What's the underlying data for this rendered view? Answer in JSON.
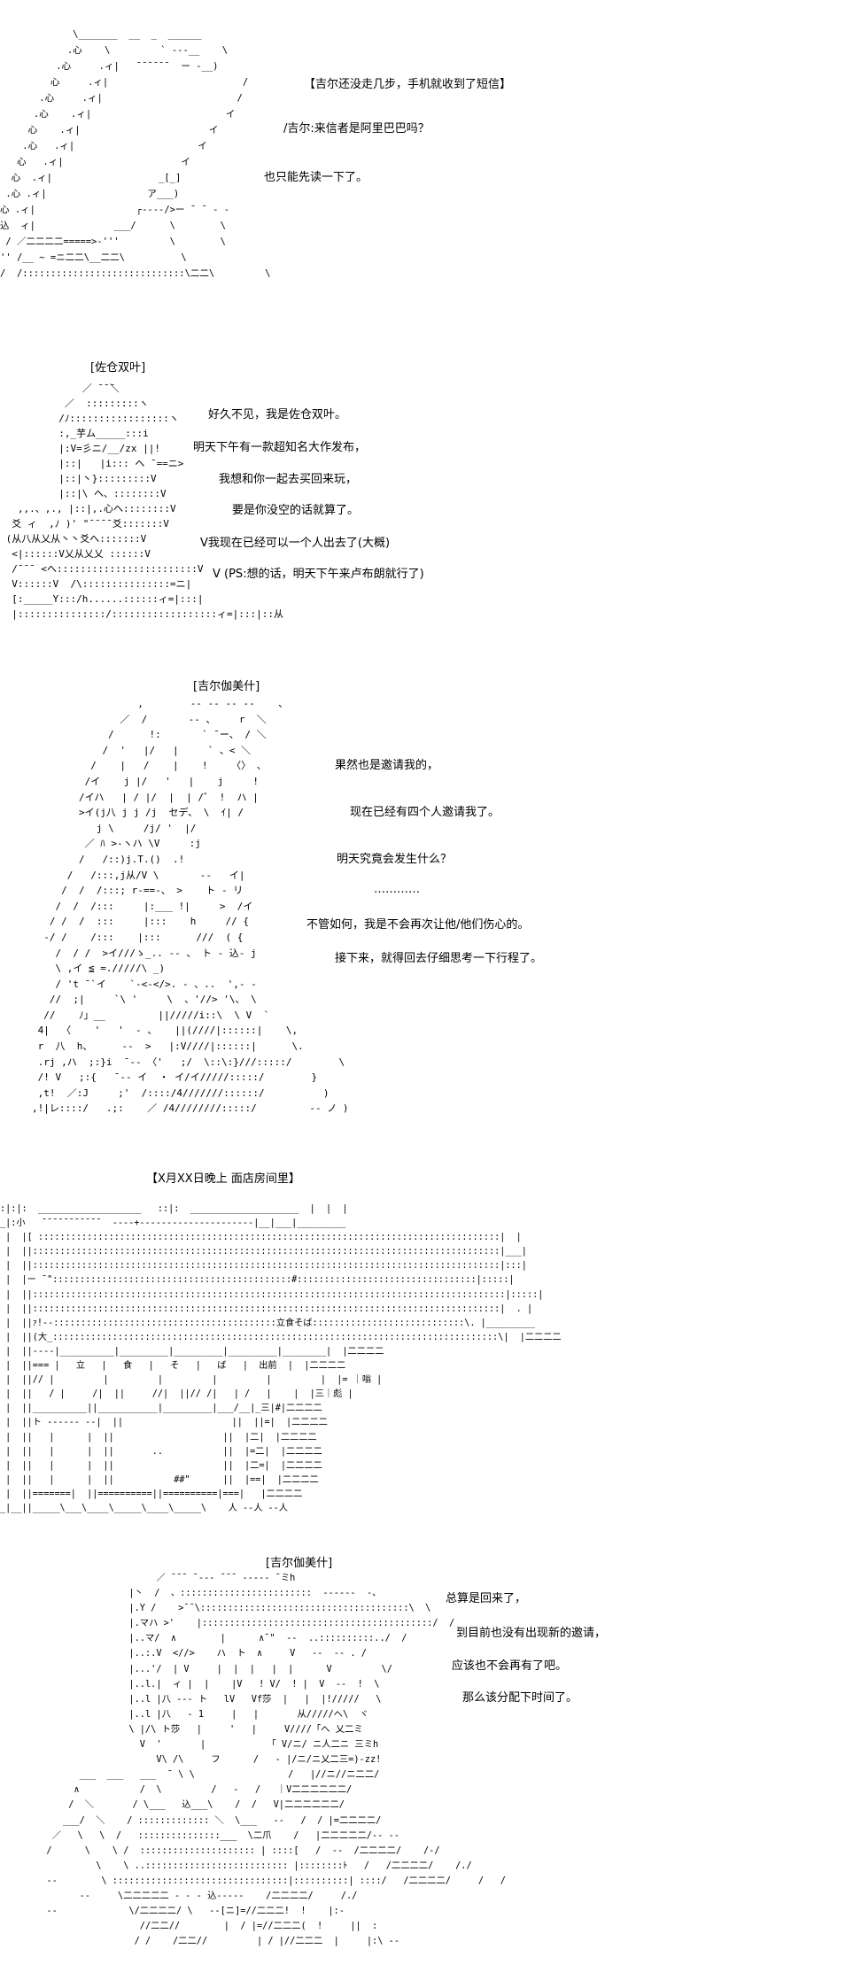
{
  "panel1": {
    "lines": [
      "【吉尔还没走几步，手机就收到了短信】",
      "/吉尔:来信者是阿里巴巴吗？",
      "也只能先读一下了。"
    ],
    "art": "             \\_______  __  _  ______\n            .心    \\         ` ---__    \\\n          .心     .ィ|   ̄ ̄ ̄ ̄ ̄ ̄   ー -__)\n         心     .ィ|                        /\n       .心     .ィ|                        /\n      .心    .ィ|                        イ\n     心    .ィ|                       イ\n    .心   .ィ|                      イ\n   心   .ィ|                     イ\n  心  .ィ|                   _[_]\n .心 .ィ|                  ア___)\n心 .ィ|                  ┌‐‐‐‐/>ー ̄  ¯ ‐ ‐\n込  ィ|              ___/      \\        \\\n / ／二二二二=====>‐'''         \\        \\\n'' /__ ~ =ニ二二\\__二二\\          \\\n/  /:::::::::::::::::::::::::::::\\二二\\         \\"
  },
  "panel2": {
    "caption": "[佐仓双叶]",
    "lines": [
      "好久不见，我是佐仓双叶。",
      "明天下午有一款超知名大作发布，",
      "我想和你一起去买回来玩，",
      "要是你没空的话就算了。",
      "V我现在已经可以一个人出去了(大概)",
      "V (PS:想的话，明天下午来卢布朗就行了)"
    ],
    "art": "              ／ ̄ ̄ ̄＼\n           ／  :::::::::ヽ\n          /ﾉ:::::::::::::::::ヽ\n          :,_芋ム_____:::i\n          |:V=彡ニ/__/zx ||!\n          |::|   |i::: ヘ ̄ ==ニ>\n          |::|丶}:::::::::V\n          |::|\\ ヘ、::::::::V\n   ,,.、,., |::|,.心ヘ::::::::V\n  爻 ィ  ,ﾉ )' \"¯¯¯¯爻:::::::V\n (从八从乂从丶丶爻へ:::::::V\n  <|::::::V乂从乂乂 ::::::V\n  /¯¯¯ <へ::::::::::::::::::::::::V\n  V::::::V  /\\:::::::::::::::=ニ|\n  [:_____Y:::/h......::::::ィ=|:::|\n  |:::::::::::::::/::::::::::::::::::ィ=|:::|::从"
  },
  "panel3": {
    "caption": "[吉尔伽美什]",
    "lines": [
      "果然也是邀请我的，",
      "现在已经有四个人邀请我了。",
      "明天究竟会发生什么？",
      "…………",
      "不管如何，我是不会再次让他/他们伤心的。",
      "接下来，就得回去仔细思考一下行程了。"
    ],
    "art": "                  ,        ‐‐ ‐‐ ‐‐ ‐‐    、\n               ／  /       -- 、    r  ＼\n             /      !:       ` ̄ ー、 / ＼\n            /  '   |/   |     ` 、< ＼\n          /    |   /    |    !    〈〉 、\n         /イ    j |/   '   |    j     !   \n        /イハ   | / |/  |  | /゛ !  ハ |\n        >イ(j八 j j /j  セデ、 \\  ｲ| /\n           j \\     /j/ '  |/\n         ／ ﾊ >-ヽハ \\V     :j\n        /   /::)j.T.()  .!        \n      /   /:::,j从/V \\       ‐‐   イ|\n     /  /  /:::; r‐==‐、 >    ト ‐ リ\n    /  /  /:::     |:___ !|     >  /イ\n   / /  /  :::     |:::    h     // {\n  ‐/ /    /:::    |:::      ///  ( {\n    /  / /  >イ///ゝ_.. ‐‐ 、 ト ‐ 込- j\n    \\ ,イ ≦ =./////\\ _) \n    / 't ̄ `イ    `‐<‐</>. ‐ 、..  ',‐ ‐\n   //  ;|     `\\ '     \\  、'//> '\\、 \\\n  //    ﾉ」__         ||/////i::\\  \\ V  `\n 4|  〈    '   '  ‐ 、   ||(////|::::::|    \\,\n r  八  h、     ‐‐  >   |:V////|::::::|      \\.\n .rj ,ハ  ;:}i  ̄ ‐‐ 〈'   ;/  \\::\\:}///:::::/        \\\n /! V   ;:{   ̄ ‐‐ イ  ・ イ/イ/////:::::/        }\n ,t!  ／:J     ;'  /::::/4///////::::::/          )\n,!|レ::::/   .;:    ／ /4////////:::::/         ‐‐ ノ )"
  },
  "panel4": {
    "caption": "【X月XX日晚上 面店房间里】",
    "art": ":|:|:  ___________________   ::|:  ____________________  |  |  |\n_|:小   ̄ ̄ ̄ ̄ ̄ ̄ ̄ ̄ ̄ ̄ ̄   ‐‐‐‐+‐‐‐‐‐‐‐‐‐‐‐‐‐‐‐‐‐‐‐‐‐|__|___|_________\n |  |[ :::::::::::::::::::::::::::::::::::::::::::::::::::::::::::::::::::::::::::::::::::::|  |\n |  ||::::::::::::::::::::::::::::::::::::::::::::::::::::::::::::::::::::::::::::::::::::::|___|\n |  ||::::::::::::::::::::::::::::::::::::::::::::::::::::::::::::::::::::::::::::::::::::::|:::|\n |  |ー ̄ \"::::::::::::::::::::::::::::::::::::::::::::#:::::::::::::::::::::::::::::::::|:::::|\n |  ||:::::::::::::::::::::::::::::::::::::::::::::::::::::::::::::::::::::::::::::::::::::::|:::::|\n |  ||::::::::::::::::::::::::::::::::::::::::::::::::::::::::::::::::::::::::::::::::::::::|  . |\n |  ||ｧ!‐‐:::::::::::::::::::::::::::::::::::::::::立食そば::::::::::::::::::::::::::::\\. |_________\n |  ||(大_::::::::::::::::::::::::::::::::::::::::::::::::::::::::::::::::::::::::::::::::::\\|  |二二二二\n |  ||‐‐‐‐|__________|_________|_________|_________|________|  |二二二二\n |  ||=== |   立   |   食   |   そ   |   ば   |  出前  |  |二二二二\n |  ||// |         |         |         |         |         |  |= ｜嗡 |\n |  ||   / |     /|  ||     //|  ||// /|   | /   |    |  |三｜彪 |\n |  ||__________||___________|_________|___/__|_三|#|二二二二\n |  ||ト ‐‐‐‐‐‐ ‐‐|  ||                    ||  ||=|  |二二二二\n |  ||   |      |  ||                    ||  |二|  |二二二二\n |  ||   |      |  ||       ..           ||  |=二|  |二二二二\n |  ||   |      |  ||                    ||  |二=|  |二二二二\n |  ||   |      |  ||           ##\"      ||  |==|  |二二二二\n |  ||=======|  ||==========||==========|===|   |二二二二\n_|__||_____\\___\\____\\_____\\____\\_____\\    人 ‐‐人 ‐‐人"
  },
  "panel5": {
    "caption": "[吉尔伽美什]",
    "lines": [
      "总算是回来了，",
      "到目前也没有出现新的邀请，",
      "应该也不会再有了吧。",
      "那么该分配下时间了。"
    ],
    "art": "                      ／ ̄ ̄ ̄  ̄ ‐‐‐ ¯¯¯ ‐‐‐‐‐ ̄ ミh\n                 |丶  /  、::::::::::::::::::::::::  ‐‐‐‐‐‐  ‐、\n                 |.Y /    >¯¯\\::::::::::::::::::::::::::::::::::::::\\  \\\n                 |.マハ >'    |::::::::::::::::::::::::::::::::::::::::::/  /\n                 |..マ/  ∧        |      ∧¯\"  ‐‐  ..::::::::::../  /\n                 |..:.V  <//>    ハ  ト  ∧     V   ‐‐  ‐‐ . /\n                 |...'/  | V     |  |  |   |  |      V         \\/\n                 |..l.|  ィ |  |    |V   ! V/  ! |  V  ‐‐  !  \\\n                 |..l |八 ‐‐‐ ト   lV   Vf莎  |   |  |!/////   \\\n                 |..l |八   ‐ 1     |   |       从/////へ\\  ヾ\n                 \\ |/\\ ト莎   |     '   |     V////「へ 乂二ミ \n                   V  '       |            ｢ V/ニ/ ニ人二ニ 三ミh\n                      V\\ /\\     フ      /   ‐ |/ニ/ニ乂二三=)‐zz! \n        ___  ___   ___  ¯ \\ \\                 /   |//ニ//ニ二二/\n       ∧           /  \\         /   ‐   /   ｜V二二二二二二/\n      /  ＼       / \\___   込___\\    /  /   V|二二二二二二/\n     ___/  ＼    / ::::::::::::: ＼  \\___   ‐‐   /  / |=二二二二/\n   ／   \\   \\  /   :::::::::::::::___  \\二爪    /   |二二二二二/‐‐ ‐‐\n  /      \\    \\ /  ::::::::::::::::::::: | ::::[   /  ‐‐  /二二二二/    /‐/\n           \\    \\ ..:::::::::::::::::::::::::: |::::::::ﾄ   /   /二二二二/    /./\n  ‐‐        \\ ::::::::::::::::::::::::::::::::|::::::::::| ::::/   /二二二二/     /   /\n        ‐‐     \\二二二二二 ‐ ‐ ‐ 込‐‐‐‐‐    /二二二二/     /./\n  ‐‐             \\/二二二二/ \\   ‐‐[ニ]=//二二二!  !    |:‐\n                   //二二//        |  / |=//二二二(  !     ||  :\n                  / /    /二二//         | / |//二二二  |     |:\\ ‐‐"
  }
}
